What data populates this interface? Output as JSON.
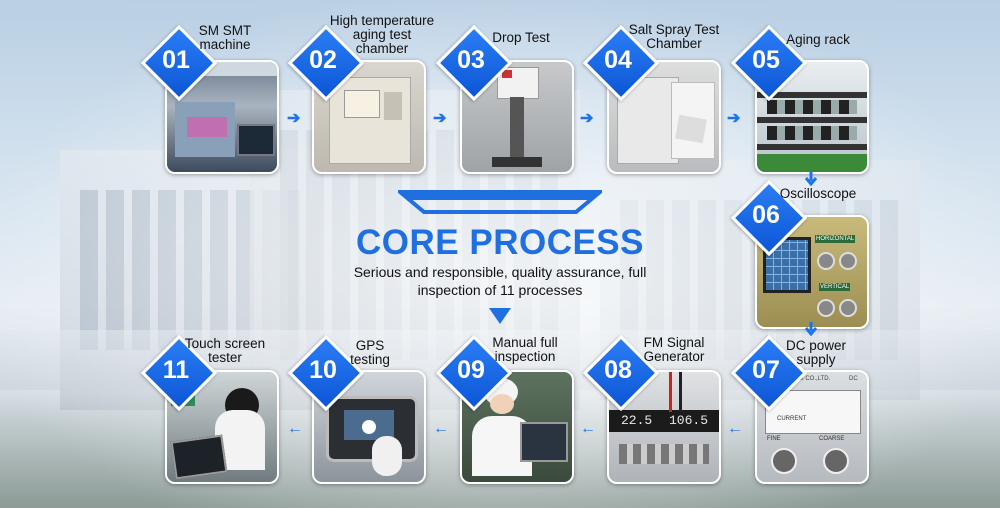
{
  "title": "CORE PROCESS",
  "subtitle": "Serious and responsible, quality assurance, full inspection of 11 processes",
  "colors": {
    "accent": "#1f6fe0",
    "badge": "#1666e6"
  },
  "steps": [
    {
      "num": "01",
      "label_lines": [
        "SM SMT",
        "machine"
      ],
      "icon": "smt-machine-photo"
    },
    {
      "num": "02",
      "label_lines": [
        "High temperature",
        "aging test",
        "chamber"
      ],
      "icon": "aging-chamber-photo"
    },
    {
      "num": "03",
      "label_lines": [
        "Drop Test"
      ],
      "icon": "drop-test-photo"
    },
    {
      "num": "04",
      "label_lines": [
        "Salt Spray Test",
        "Chamber"
      ],
      "icon": "salt-spray-photo"
    },
    {
      "num": "05",
      "label_lines": [
        "Aging rack"
      ],
      "icon": "aging-rack-photo"
    },
    {
      "num": "06",
      "label_lines": [
        "Oscilloscope"
      ],
      "icon": "oscilloscope-photo"
    },
    {
      "num": "07",
      "label_lines": [
        "DC power",
        "supply"
      ],
      "icon": "dc-power-photo"
    },
    {
      "num": "08",
      "label_lines": [
        "FM Signal",
        "Generator"
      ],
      "icon": "fm-generator-photo"
    },
    {
      "num": "09",
      "label_lines": [
        "Manual full",
        "inspection"
      ],
      "icon": "manual-inspection-photo"
    },
    {
      "num": "10",
      "label_lines": [
        "GPS",
        "testing"
      ],
      "icon": "gps-testing-photo"
    },
    {
      "num": "11",
      "label_lines": [
        "Touch screen",
        "tester"
      ],
      "icon": "touch-tester-photo"
    }
  ],
  "photo_text": {
    "dc_brand": "ELECTRONICS CO.,LTD.",
    "dc_tag": "DC",
    "dc_current": "CURRENT",
    "dc_fine": "FINE",
    "dc_coarse": "COARSE",
    "fm_reading_1": "22.5",
    "fm_reading_2": "106.5",
    "osc_horizontal": "HORIZONTAL",
    "osc_vertical": "VERTICAL"
  }
}
